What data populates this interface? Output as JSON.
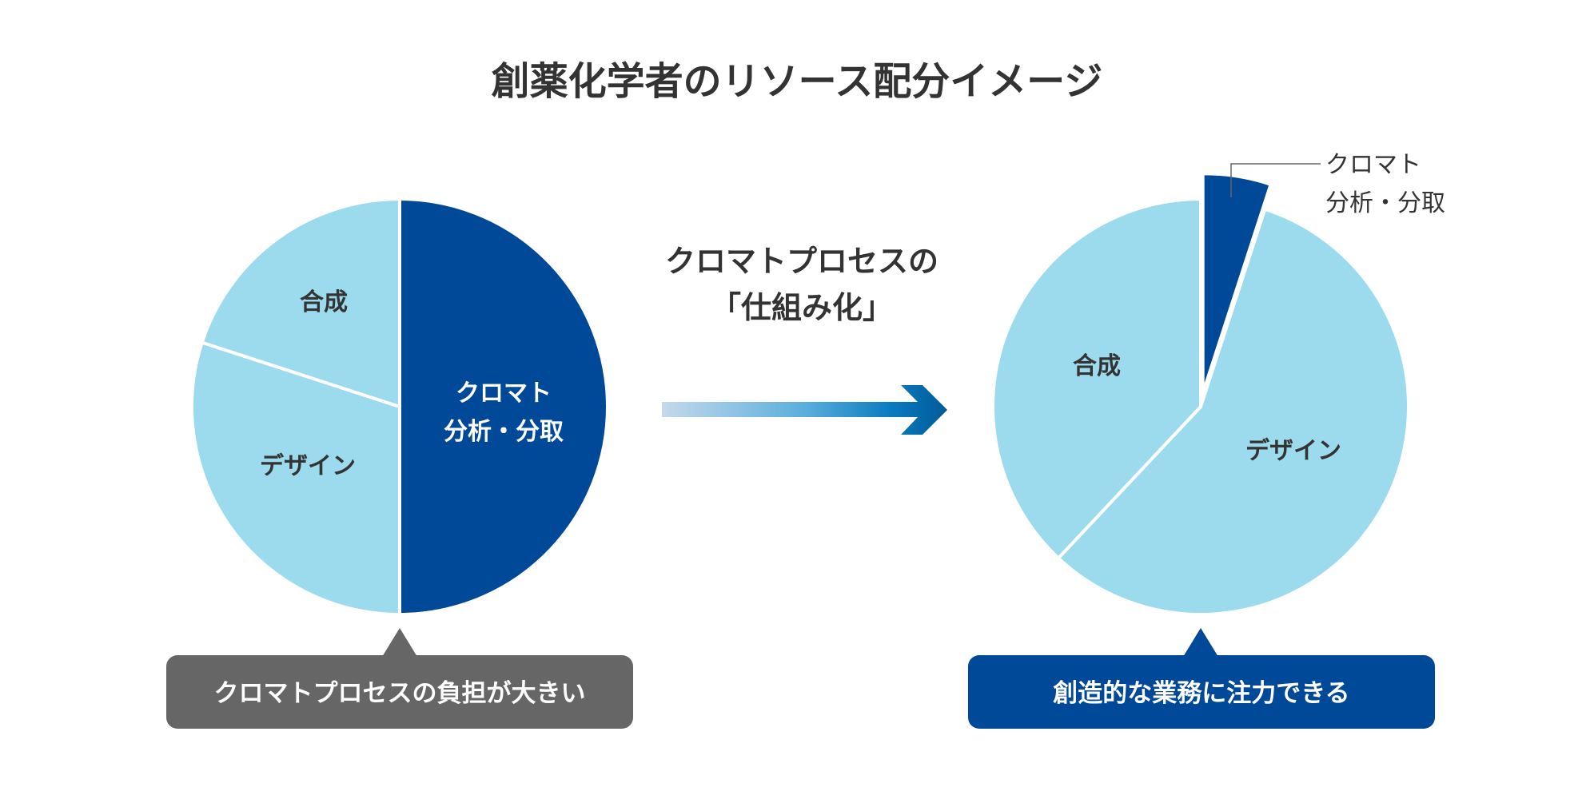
{
  "title": "創薬化学者のリソース配分イメージ",
  "colors": {
    "dark": "#004898",
    "light": "#9cdbed",
    "text": "#333333",
    "gray_bubble": "#666666",
    "blue_bubble": "#004898"
  },
  "middle": {
    "line1": "クロマトプロセスの",
    "line2": "「仕組み化」"
  },
  "chart_data": [
    {
      "type": "pie",
      "name": "before",
      "slices": [
        {
          "label_lines": [
            "クロマト",
            "分析・分取"
          ],
          "value": 50,
          "color": "#004898"
        },
        {
          "label_lines": [
            "デザイン"
          ],
          "value": 30,
          "color": "#9cdbed"
        },
        {
          "label_lines": [
            "合成"
          ],
          "value": 20,
          "color": "#9cdbed"
        }
      ],
      "caption": "クロマトプロセスの負担が大きい"
    },
    {
      "type": "pie",
      "name": "after",
      "slices": [
        {
          "label_lines": [
            "クロマト",
            "分析・分取"
          ],
          "value": 5,
          "color": "#004898",
          "exploded": true
        },
        {
          "label_lines": [
            "デザイン"
          ],
          "value": 57,
          "color": "#9cdbed"
        },
        {
          "label_lines": [
            "合成"
          ],
          "value": 38,
          "color": "#9cdbed"
        }
      ],
      "caption": "創造的な業務に注力できる"
    }
  ]
}
